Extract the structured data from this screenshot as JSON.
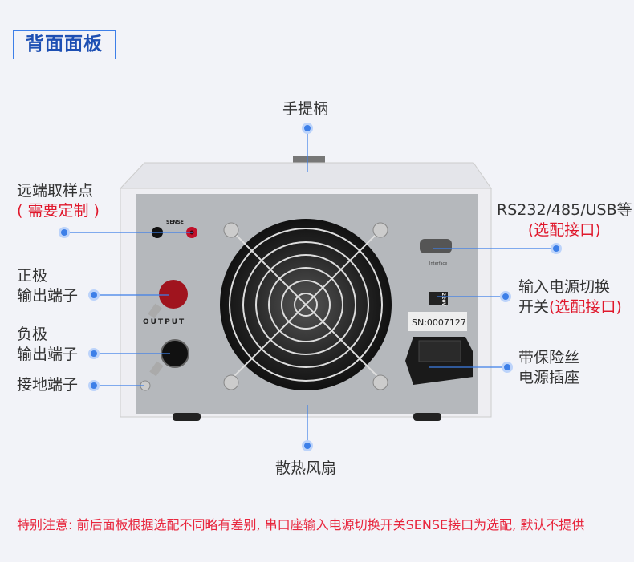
{
  "title": "背面面板",
  "labels": {
    "handle": "手提柄",
    "sense_line1": "远端取样点",
    "sense_line2": "( 需要定制 )",
    "pos_line1": "正极",
    "pos_line2": "输出端子",
    "neg_line1": "负极",
    "neg_line2": "输出端子",
    "ground": "接地端子",
    "comm_line1": "RS232/485/USB等",
    "comm_line2": "(选配接口)",
    "switch_line1": "输入电源切换",
    "switch_line2a": "开关",
    "switch_line2b": "(选配接口)",
    "socket_line1": "带保险丝",
    "socket_line2": "电源插座",
    "fan": "散热风扇"
  },
  "device": {
    "serial": "SN:0007127",
    "sense_text": "SENSE",
    "output_text": "OUTPUT",
    "interface_text": "Interface",
    "voltage_text": "220V"
  },
  "note": "特别注意: 前后面板根据选配不同略有差别, 串口座输入电源切换开关SENSE接口为选配, 默认不提供",
  "colors": {
    "accent": "#3d7fe8",
    "red": "#e0182c"
  }
}
